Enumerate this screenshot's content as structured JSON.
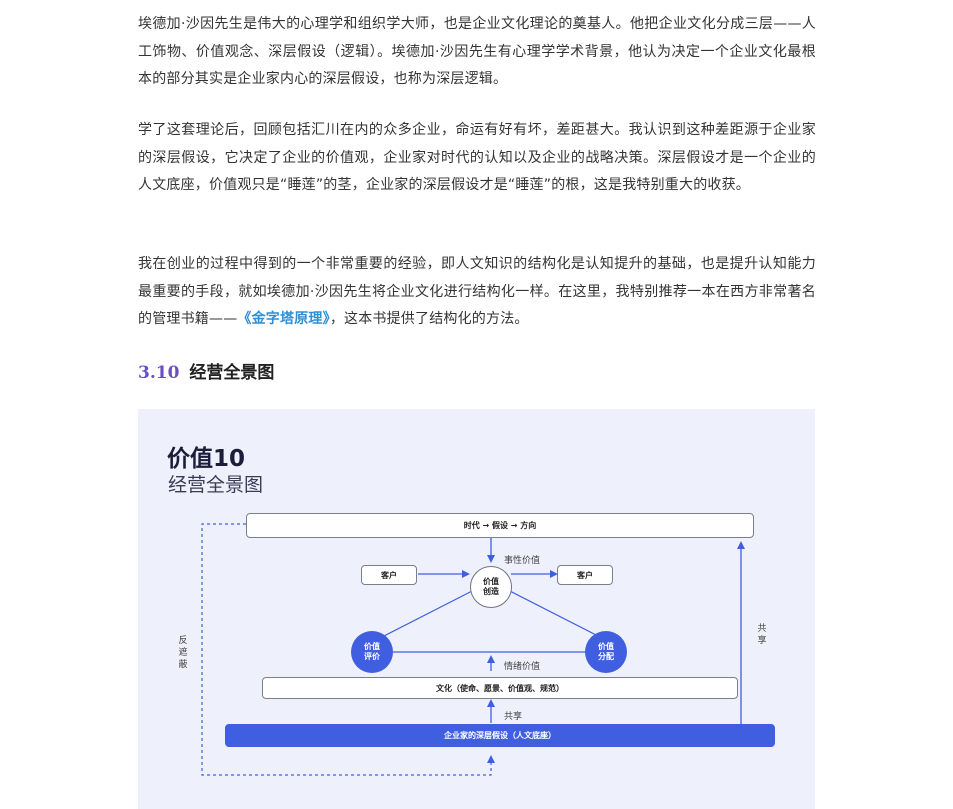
{
  "paragraphs": {
    "p1": "埃德加·沙因先生是伟大的心理学和组织学大师，也是企业文化理论的奠基人。他把企业文化分成三层——人工饰物、价值观念、深层假设（逻辑）。埃德加·沙因先生有心理学学术背景，他认为决定一个企业文化最根本的部分其实是企业家内心的深层假设，也称为深层逻辑。",
    "p2": "学了这套理论后，回顾包括汇川在内的众多企业，命运有好有坏，差距甚大。我认识到这种差距源于企业家的深层假设，它决定了企业的价值观，企业家对时代的认知以及企业的战略决策。深层假设才是一个企业的人文底座，价值观只是“睡莲”的茎，企业家的深层假设才是“睡莲”的根，这是我特别重大的收获。",
    "p3_before": "我在创业的过程中得到的一个非常重要的经验，即人文知识的结构化是认知提升的基础，也是提升认知能力最重要的手段，就如埃德加·沙因先生将企业文化进行结构化一样。在这里，我特别推荐一本在西方非常著名的管理书籍——",
    "p3_link": "《金字塔原理》",
    "p3_after": "，这本书提供了结构化的方法。"
  },
  "section": {
    "number": "3.10",
    "title": "经营全景图"
  },
  "figure": {
    "title": "价值10",
    "subtitle": "经营全景图",
    "top_box": "时代 → 假设 → 方向",
    "event_value": "事性价值",
    "customer_left": "客户",
    "customer_right": "客户",
    "value_create": [
      "价值",
      "创造"
    ],
    "value_eval": [
      "价值",
      "评价"
    ],
    "value_dist": [
      "价值",
      "分配"
    ],
    "emotion_value": "情绪价值",
    "culture_box": "文化（使命、愿景、价值观、规范）",
    "share_middle": "共享",
    "bottom_box": "企业家的深层假设（人文底座）",
    "left_label": [
      "反",
      "遮",
      "蔽"
    ],
    "right_label": [
      "共",
      "享"
    ],
    "colors": {
      "accent": "#3f5fe0",
      "background": "#eef1fb",
      "link": "#2e8fd6",
      "section_number": "#6a4fc1"
    }
  }
}
